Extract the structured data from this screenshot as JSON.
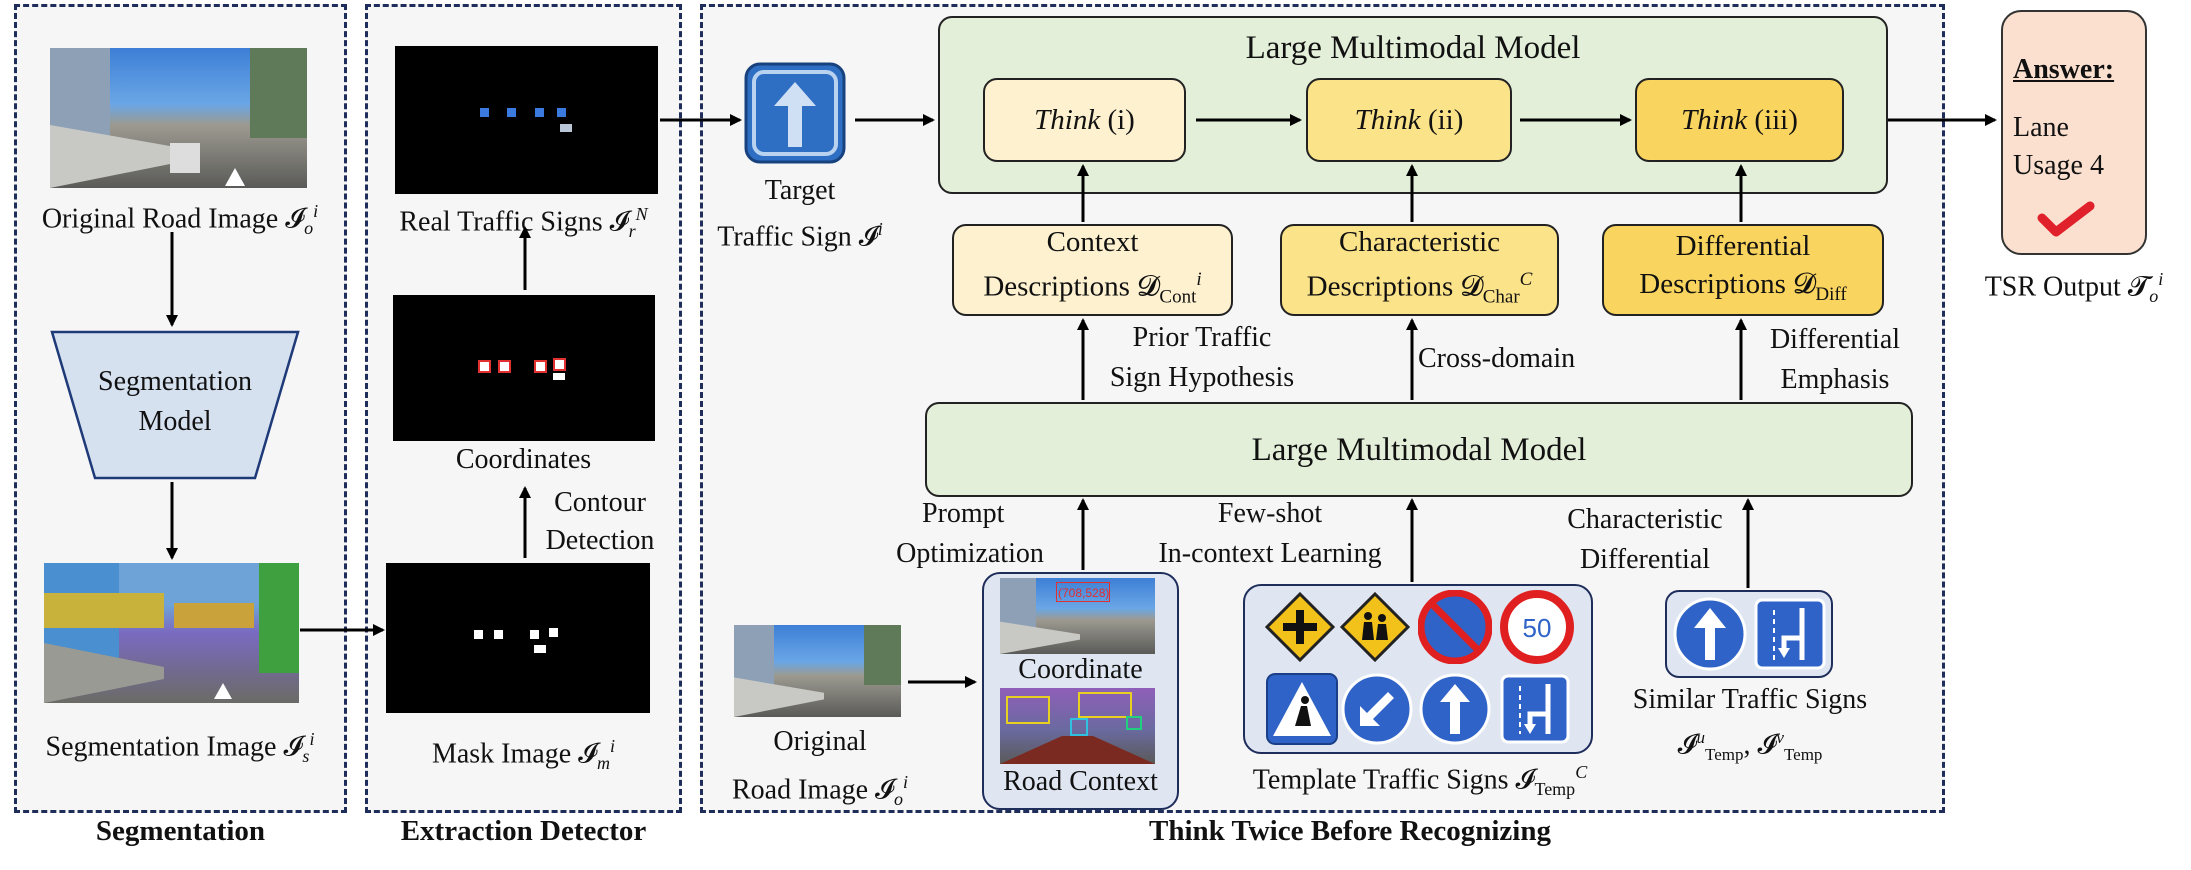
{
  "sections": {
    "segmentation": "Segmentation",
    "extraction": "Extraction Detector",
    "think": "Think Twice Before Recognizing"
  },
  "segmentation": {
    "original_label": "Original Road Image 𝓘",
    "original_sub": "o",
    "original_sup": "i",
    "model_label_1": "Segmentation",
    "model_label_2": "Model",
    "seg_image_label": "Segmentation Image 𝓘",
    "seg_image_sub": "s",
    "seg_image_sup": "i"
  },
  "extraction": {
    "real_label": "Real Traffic Signs 𝓘",
    "real_sub": "r",
    "real_sup": "N",
    "coordinates_label": "Coordinates",
    "contour_1": "Contour",
    "contour_2": "Detection",
    "mask_label": "Mask Image 𝓘",
    "mask_sub": "m",
    "mask_sup": "i"
  },
  "think": {
    "target_1": "Target",
    "target_2": "Traffic Sign 𝓘",
    "target_sup": "i",
    "lmm_top": "Large Multimodal Model",
    "lmm_mid": "Large Multimodal Model",
    "think_word": "Think",
    "think_i": "(i)",
    "think_ii": "(ii)",
    "think_iii": "(iii)",
    "desc1_a": "Context",
    "desc1_b": "Descriptions 𝓓",
    "desc1_sub": "Cont",
    "desc1_sup": "i",
    "desc2_a": "Characteristic",
    "desc2_b": "Descriptions 𝓓",
    "desc2_sub": "Char",
    "desc2_sup": "C",
    "desc3_a": "Differential",
    "desc3_b": "Descriptions 𝓓",
    "desc3_sub": "Diff",
    "edge1_a": "Prior Traffic",
    "edge1_b": "Sign Hypothesis",
    "edge2": "Cross-domain",
    "edge3_a": "Differential",
    "edge3_b": "Emphasis",
    "prompt_a": "Prompt",
    "prompt_b": "Optimization",
    "fewshot_a": "Few-shot",
    "fewshot_b": "In-context Learning",
    "chardiff_a": "Characteristic",
    "chardiff_b": "Differential",
    "orig_a": "Original",
    "orig_b": "Road Image 𝓘",
    "orig_sub": "o",
    "orig_sup": "i",
    "coord_label": "Coordinate",
    "coord_text": "(708,528)",
    "road_context": "Road Context",
    "template_label": "Template Traffic Signs 𝓘",
    "template_sub": "Temp",
    "template_sup": "C",
    "similar_label": "Similar Traffic Signs",
    "similar_sub_a": "𝓘",
    "similar_sub_b": "Temp",
    "similar_sup_u": "u",
    "similar_sup_v": "v",
    "sign50": "50"
  },
  "output": {
    "answer": "Answer:",
    "line1": "Lane",
    "line2": "Usage 4",
    "tsr_label": "TSR Output 𝓣",
    "tsr_sub": "o",
    "tsr_sup": "i"
  },
  "colors": {
    "panel_border": "#1f2d5a",
    "lmm_green": "#e3efd9",
    "think_light": "#fdf1cf",
    "think_mid": "#fbe38a",
    "think_dark": "#f9d45e",
    "output_bg": "#fbe0d0",
    "check_red": "#e0202a",
    "sign_blue": "#1f5fb0"
  }
}
